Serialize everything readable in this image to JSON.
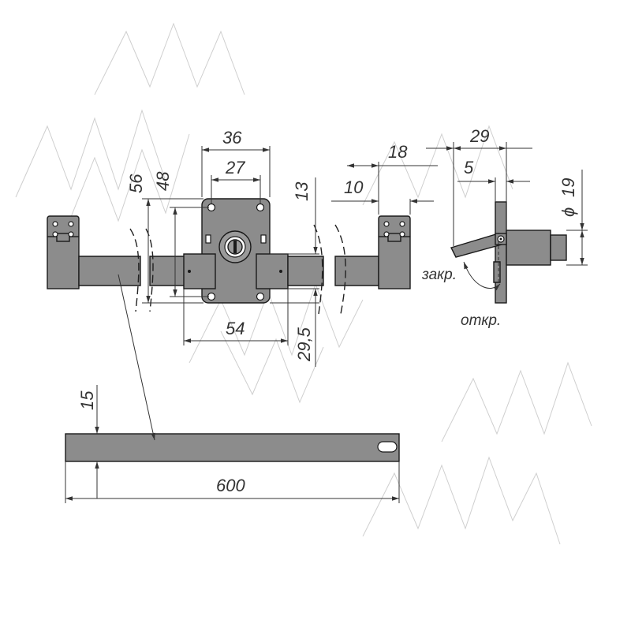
{
  "drawing": {
    "dimensions": {
      "d36": "36",
      "d27": "27",
      "d56": "56",
      "d48": "48",
      "d13": "13",
      "d54": "54",
      "d29_5": "29,5",
      "d18": "18",
      "d10": "10",
      "d29": "29",
      "d5": "5",
      "d19": "19",
      "d15": "15",
      "d600": "600"
    },
    "diameter_symbol": "ϕ",
    "labels": {
      "closed": "закр.",
      "open": "откр."
    }
  }
}
